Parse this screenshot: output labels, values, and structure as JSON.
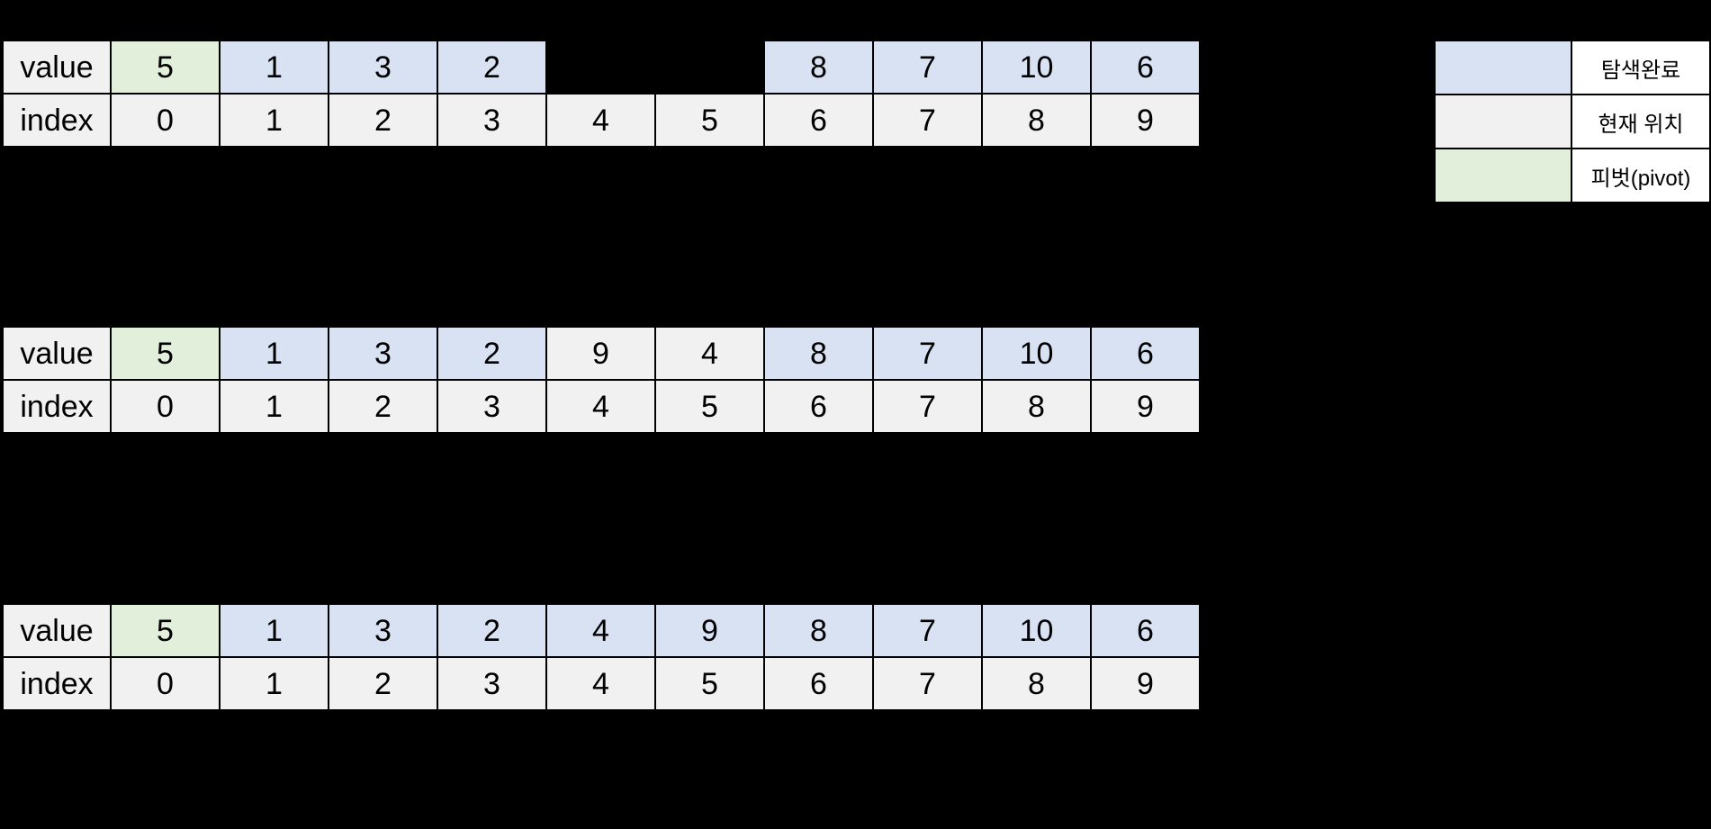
{
  "colors": {
    "visited": "#d9e2f3",
    "current": "#f1f1f1",
    "pivot": "#e2efda",
    "background": "#000000",
    "border": "#000000",
    "text": "#000000"
  },
  "row_labels": {
    "value": "value",
    "index": "index"
  },
  "legend": {
    "items": [
      {
        "swatch": "visited-swatch",
        "label": "탐색완료"
      },
      {
        "swatch": "current-swatch",
        "label": "현재 위치"
      },
      {
        "swatch": "pivot-swatch",
        "label": "피벗(pivot)"
      }
    ]
  },
  "tables": [
    {
      "name": "step-1-array",
      "indices": [
        "0",
        "1",
        "2",
        "3",
        "4",
        "5",
        "6",
        "7",
        "8",
        "9"
      ],
      "values": [
        "5",
        "1",
        "3",
        "2",
        "",
        "",
        "8",
        "7",
        "10",
        "6"
      ],
      "states": [
        "pivot",
        "visited",
        "visited",
        "visited",
        "none",
        "none",
        "visited",
        "visited",
        "visited",
        "visited"
      ]
    },
    {
      "name": "step-2-array",
      "indices": [
        "0",
        "1",
        "2",
        "3",
        "4",
        "5",
        "6",
        "7",
        "8",
        "9"
      ],
      "values": [
        "5",
        "1",
        "3",
        "2",
        "9",
        "4",
        "8",
        "7",
        "10",
        "6"
      ],
      "states": [
        "pivot",
        "visited",
        "visited",
        "visited",
        "current",
        "current",
        "visited",
        "visited",
        "visited",
        "visited"
      ]
    },
    {
      "name": "step-3-array",
      "indices": [
        "0",
        "1",
        "2",
        "3",
        "4",
        "5",
        "6",
        "7",
        "8",
        "9"
      ],
      "values": [
        "5",
        "1",
        "3",
        "2",
        "4",
        "9",
        "8",
        "7",
        "10",
        "6"
      ],
      "states": [
        "pivot",
        "visited",
        "visited",
        "visited",
        "visited",
        "visited",
        "visited",
        "visited",
        "visited",
        "visited"
      ]
    }
  ]
}
